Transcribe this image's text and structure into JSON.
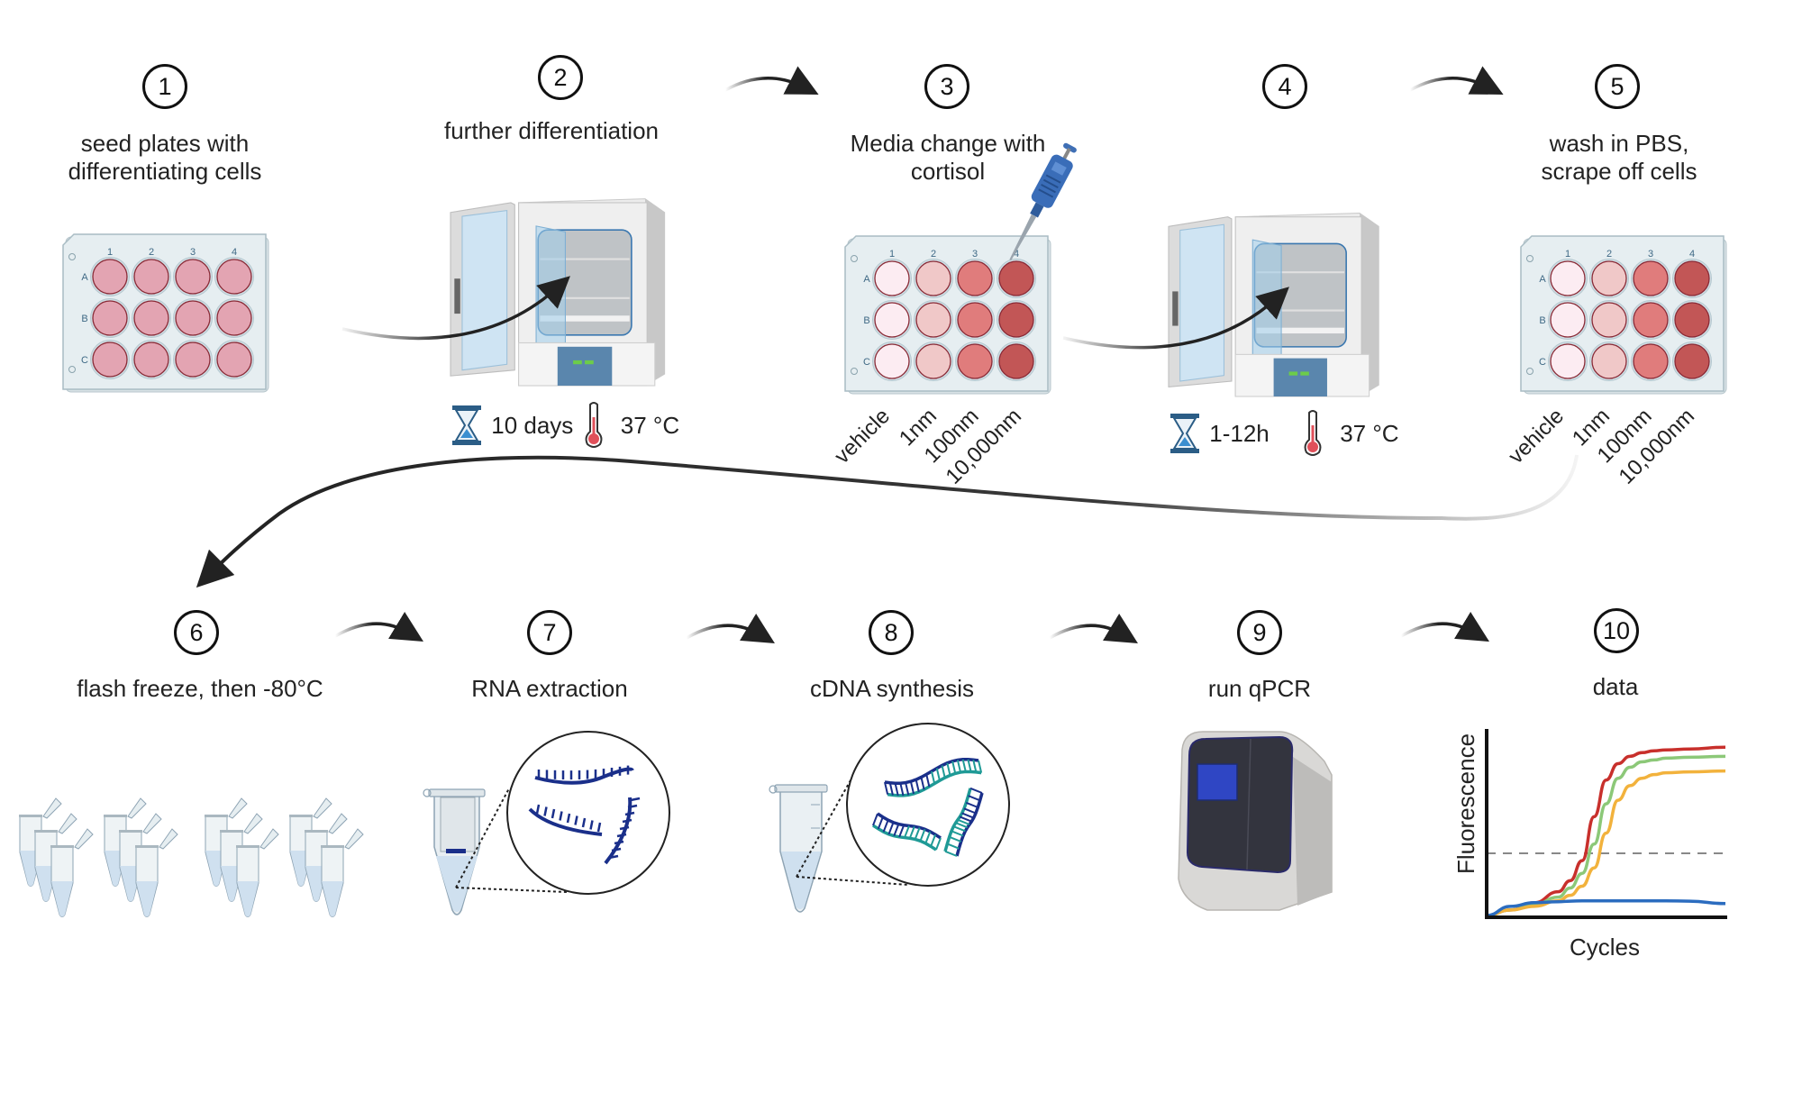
{
  "figure": {
    "title": "qPCR workflow: cortisol treatment of differentiating cells"
  },
  "steps": [
    {
      "number": "1",
      "title_lines": [
        "seed plates with",
        "differentiating cells"
      ]
    },
    {
      "number": "2",
      "title_lines": [
        "further differentiation"
      ],
      "duration": "10 days",
      "temperature": "37 °C"
    },
    {
      "number": "3",
      "title_lines": [
        "Media change with",
        "cortisol"
      ]
    },
    {
      "number": "4",
      "title_lines": [],
      "duration": "1-12h",
      "temperature": "37 °C"
    },
    {
      "number": "5",
      "title_lines": [
        "wash in PBS,",
        "scrape off cells"
      ]
    },
    {
      "number": "6",
      "title_lines": [
        "flash freeze, then -80°C"
      ]
    },
    {
      "number": "7",
      "title_lines": [
        "RNA extraction"
      ]
    },
    {
      "number": "8",
      "title_lines": [
        "cDNA synthesis"
      ]
    },
    {
      "number": "9",
      "title_lines": [
        "run qPCR"
      ]
    },
    {
      "number": "10",
      "title_lines": [
        "data"
      ]
    }
  ],
  "plate": {
    "columns": [
      "1",
      "2",
      "3",
      "4"
    ],
    "rows": [
      "A",
      "B",
      "C"
    ],
    "seed_well_color": "#e3a4b2",
    "treatment_well_colors": [
      "#fcecf2",
      "#f0c8c8",
      "#e07c7c",
      "#c25656"
    ],
    "concentrations": [
      "vehicle",
      "1nm",
      "100nm",
      "10,000nm"
    ]
  },
  "icons": {
    "timer": "hourglass-icon",
    "temperature": "thermometer-icon",
    "tool": "pipette-icon",
    "device_incubator": "incubator-icon",
    "device_qpcr": "qpcr-machine-icon",
    "tube": "microcentrifuge-tube-icon"
  },
  "colors": {
    "accent_blue": "#3b82c4",
    "incubator_panel": "#5a86ad",
    "thermo_red": "#e0505a",
    "rna_strand": "#1a2f8a",
    "cdna_strand": "#1f9a96"
  },
  "chart_data": {
    "type": "line",
    "title": "",
    "xlabel": "Cycles",
    "ylabel": "Fluorescence",
    "xlim": [
      0,
      40
    ],
    "ylim": [
      0,
      100
    ],
    "grid": false,
    "ticks": "none",
    "threshold": 35,
    "x": [
      0,
      4,
      8,
      12,
      14,
      16,
      18,
      20,
      22,
      24,
      26,
      28,
      30,
      34,
      40
    ],
    "series": [
      {
        "name": "red",
        "color": "#c8302c",
        "values": [
          1,
          4,
          8,
          14,
          20,
          31,
          55,
          75,
          84,
          88,
          90,
          91,
          91.5,
          92,
          93
        ]
      },
      {
        "name": "green",
        "color": "#8cc878",
        "values": [
          1,
          4,
          7,
          11,
          16,
          24,
          40,
          62,
          76,
          82,
          85,
          86,
          87,
          87.5,
          88
        ]
      },
      {
        "name": "orange",
        "color": "#f2b23c",
        "values": [
          1,
          4,
          6,
          9,
          12,
          17,
          27,
          46,
          64,
          72,
          76,
          78,
          79,
          79.5,
          80
        ]
      },
      {
        "name": "blue",
        "color": "#2b6cbf",
        "values": [
          1,
          6,
          8,
          8.5,
          8.8,
          9,
          9,
          9,
          9,
          9,
          9,
          9,
          9,
          8.8,
          7.5
        ]
      }
    ]
  }
}
